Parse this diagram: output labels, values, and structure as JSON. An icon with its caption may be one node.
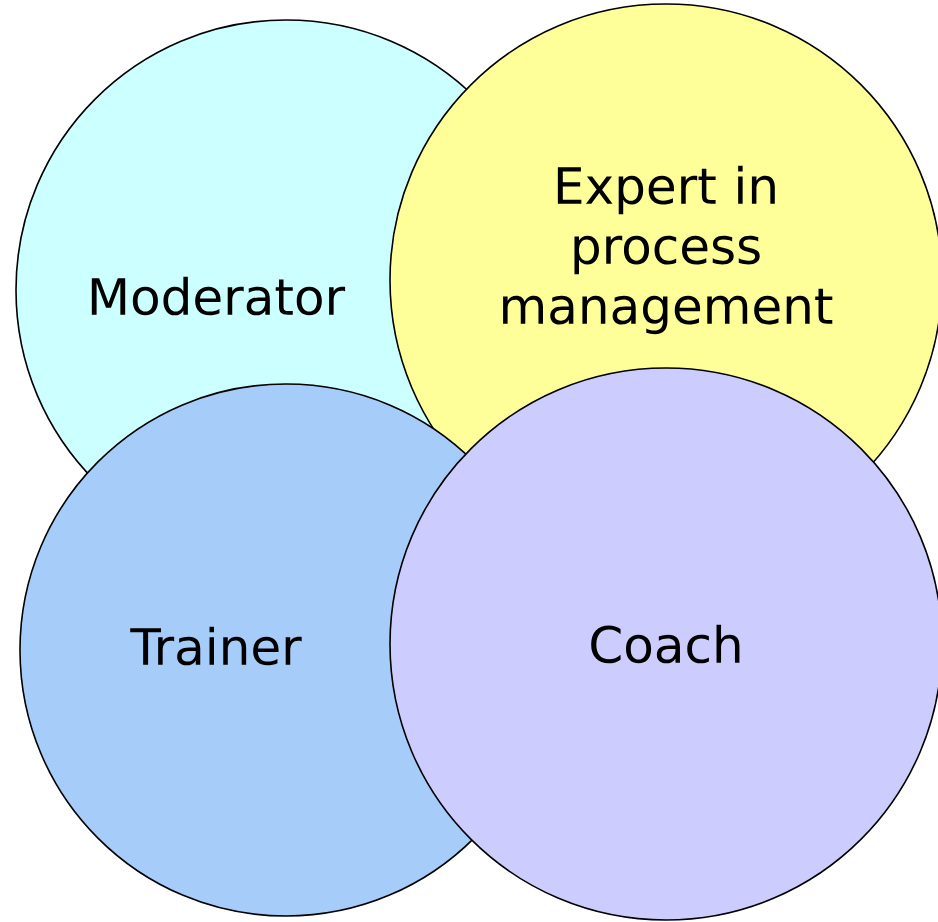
{
  "diagram": {
    "nodes": [
      {
        "text": [
          "Moderator"
        ]
      },
      {
        "text": [
          "Expert in process management"
        ]
      },
      {
        "text": [
          "Trainer"
        ]
      },
      {
        "text": [
          "Coach"
        ]
      }
    ]
  }
}
